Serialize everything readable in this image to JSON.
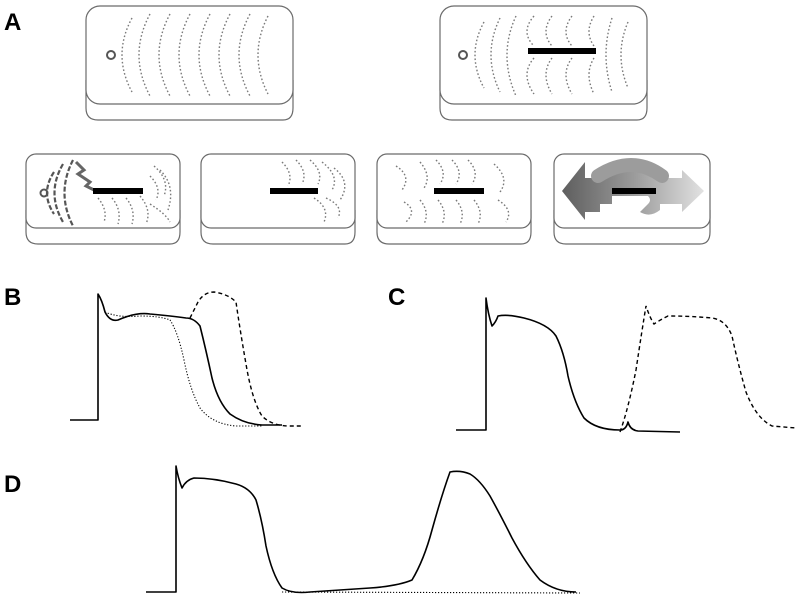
{
  "panels": {
    "a": "A",
    "b": "B",
    "c": "C",
    "d": "D"
  },
  "colors": {
    "tissue_outline": "#6b6b6b",
    "wavefront": "#7a7a7a",
    "block_line": "#000000",
    "arrow_dark": "#6e6e6e",
    "arrow_light": "#d8d8d8"
  }
}
